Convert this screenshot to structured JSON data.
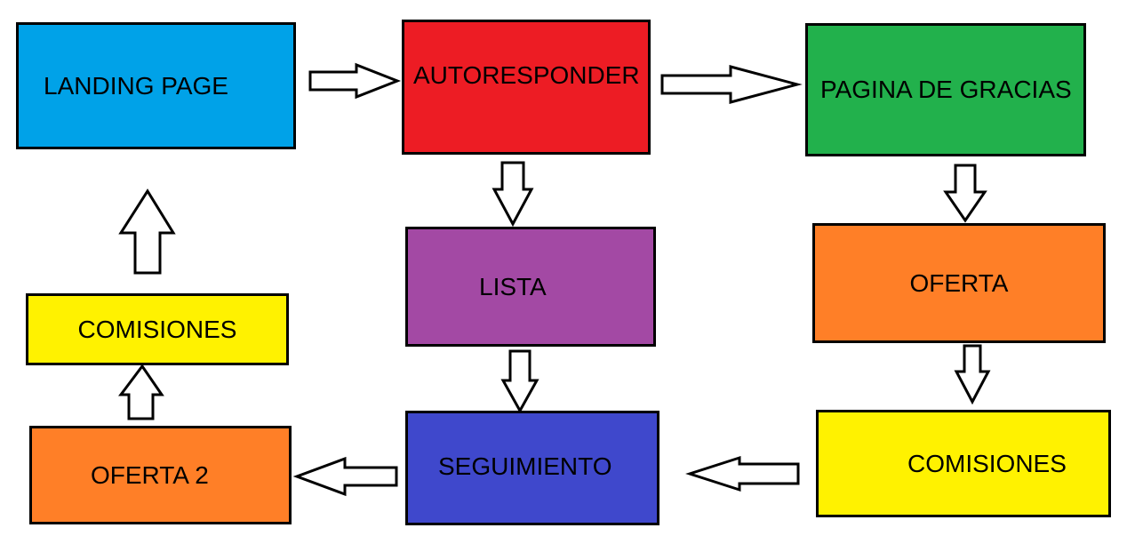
{
  "nodes": {
    "landing_page": {
      "label": "LANDING PAGE",
      "color": "#00a2e8"
    },
    "autoresponder": {
      "label": "AUTORESPONDER",
      "color": "#ed1c24"
    },
    "pagina_de_gracias": {
      "label": "PAGINA DE GRACIAS",
      "color": "#22b14c"
    },
    "lista": {
      "label": "LISTA",
      "color": "#a349a4"
    },
    "oferta": {
      "label": "OFERTA",
      "color": "#ff7f27"
    },
    "comisiones_left": {
      "label": "COMISIONES",
      "color": "#fff200"
    },
    "oferta_2": {
      "label": "OFERTA 2",
      "color": "#ff7f27"
    },
    "seguimiento": {
      "label": "SEGUIMIENTO",
      "color": "#3f48cc"
    },
    "comisiones_right": {
      "label": "COMISIONES",
      "color": "#fff200"
    }
  },
  "edges": [
    {
      "from": "landing_page",
      "to": "autoresponder"
    },
    {
      "from": "autoresponder",
      "to": "pagina_de_gracias"
    },
    {
      "from": "autoresponder",
      "to": "lista"
    },
    {
      "from": "pagina_de_gracias",
      "to": "oferta"
    },
    {
      "from": "lista",
      "to": "seguimiento"
    },
    {
      "from": "oferta",
      "to": "comisiones_right"
    },
    {
      "from": "comisiones_right",
      "to": "seguimiento"
    },
    {
      "from": "seguimiento",
      "to": "oferta_2"
    },
    {
      "from": "oferta_2",
      "to": "comisiones_left"
    },
    {
      "from": "comisiones_left",
      "to": "landing_page"
    }
  ]
}
